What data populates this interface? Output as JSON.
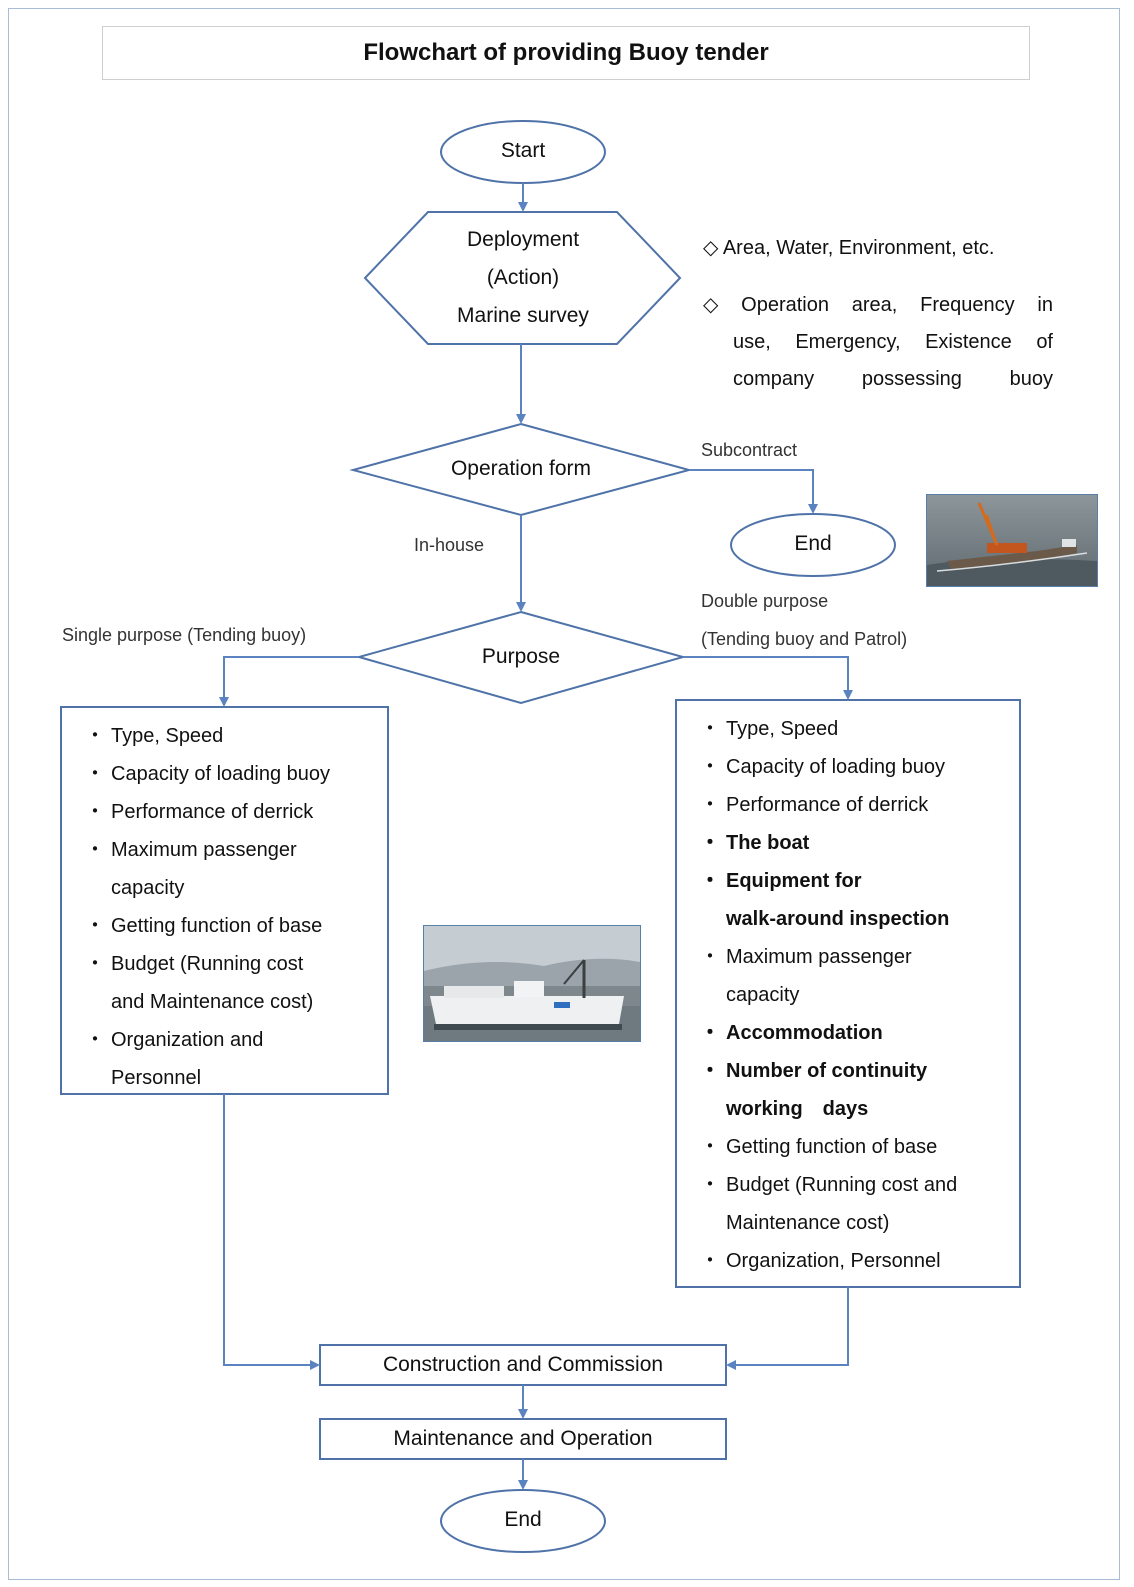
{
  "title": "Flowchart of providing Buoy tender",
  "nodes": {
    "start": "Start",
    "deployment": [
      "Deployment",
      "(Action)",
      "Marine survey"
    ],
    "operation_form": "Operation form",
    "end_subcontract": "End",
    "purpose": "Purpose",
    "construction": "Construction and Commission",
    "maintenance": "Maintenance and Operation",
    "end_final": "End"
  },
  "edge_labels": {
    "subcontract": "Subcontract",
    "in_house": "In-house",
    "single_purpose": "Single purpose (Tending buoy)",
    "double_purpose_1": "Double purpose",
    "double_purpose_2": "(Tending buoy and Patrol)"
  },
  "survey_notes": {
    "bullet_symbol": "◇",
    "note1": "Area, Water, Environment, etc.",
    "note2_line1": [
      "Operation",
      "area,",
      "Frequency",
      "in"
    ],
    "note2_line2": [
      "use,",
      "Emergency,",
      "Existence",
      "of"
    ],
    "note2_line3": [
      "company",
      "possessing",
      "buoy"
    ]
  },
  "single_purpose_list": {
    "bullet": "・",
    "items": [
      {
        "lines": [
          "Type, Speed"
        ],
        "bold": false
      },
      {
        "lines": [
          "Capacity of loading buoy"
        ],
        "bold": false
      },
      {
        "lines": [
          "Performance of derrick"
        ],
        "bold": false
      },
      {
        "lines": [
          "Maximum passenger",
          "capacity"
        ],
        "bold": false
      },
      {
        "lines": [
          "Getting function of base"
        ],
        "bold": false
      },
      {
        "lines": [
          "Budget (Running cost",
          "and Maintenance cost)"
        ],
        "bold": false
      },
      {
        "lines": [
          "Organization and",
          "Personnel"
        ],
        "bold": false
      }
    ]
  },
  "double_purpose_list": {
    "bullet": "・",
    "items": [
      {
        "lines": [
          "Type, Speed"
        ],
        "bold": false
      },
      {
        "lines": [
          "Capacity of loading buoy"
        ],
        "bold": false
      },
      {
        "lines": [
          "Performance of derrick"
        ],
        "bold": false
      },
      {
        "lines": [
          "The boat"
        ],
        "bold": true
      },
      {
        "lines": [
          "Equipment for",
          "walk-around inspection"
        ],
        "bold": true
      },
      {
        "lines": [
          "Maximum passenger",
          "capacity"
        ],
        "bold": false
      },
      {
        "lines": [
          "Accommodation"
        ],
        "bold": true
      },
      {
        "lines": [
          "Number of continuity",
          "working　days"
        ],
        "bold": true
      },
      {
        "lines": [
          "Getting function of base"
        ],
        "bold": false
      },
      {
        "lines": [
          "Budget (Running cost and",
          "Maintenance cost)"
        ],
        "bold": false
      },
      {
        "lines": [
          "Organization, Personnel"
        ],
        "bold": false
      }
    ]
  },
  "colors": {
    "shape_stroke": "#4f73a8",
    "connector": "#5b83c0",
    "text": "#111111"
  }
}
